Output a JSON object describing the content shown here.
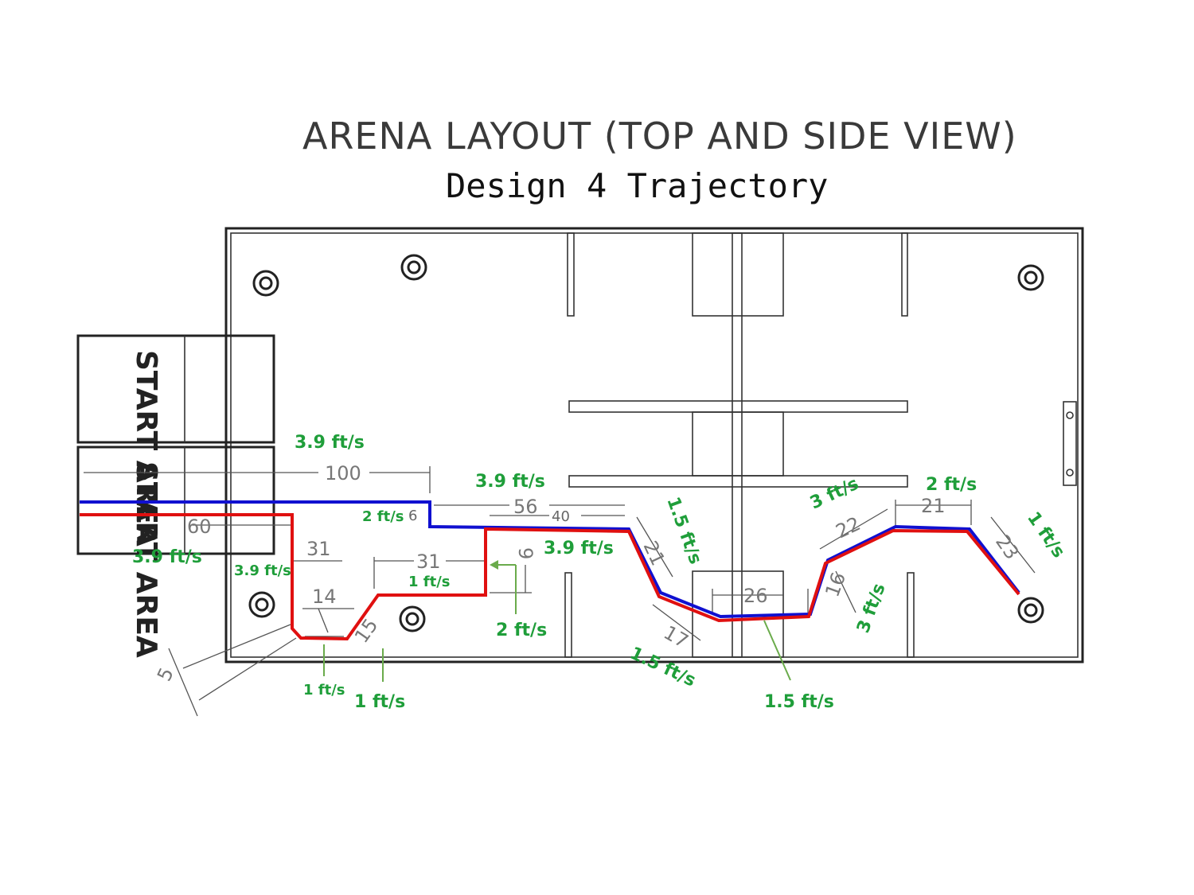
{
  "title": "ARENA LAYOUT (TOP AND SIDE VIEW)",
  "subtitle": "Design 4 Trajectory",
  "start_area_label": "START AREA",
  "dimensions": [
    "100",
    "60",
    "56",
    "40",
    "6",
    "31",
    "14",
    "5",
    "31",
    "15",
    "9",
    "21",
    "17",
    "26",
    "16",
    "22",
    "21",
    "23"
  ],
  "speeds": [
    "3.9 ft/s",
    "3.9 ft/s",
    "3.9 ft/s",
    "3.9 ft/s",
    "2 ft/s",
    "1 ft/s",
    "2 ft/s",
    "3.9 ft/s",
    "1 ft/s",
    "1 ft/s",
    "1.5 ft/s",
    "1.5 ft/s",
    "1.5 ft/s",
    "3 ft/s",
    "3 ft/s",
    "2 ft/s",
    "1 ft/s"
  ],
  "colors": {
    "blue_path": "#1010d0",
    "red_path": "#e01010",
    "speed_label": "#1f9e3a",
    "pointer": "#6aab4b",
    "wall": "#222222"
  }
}
